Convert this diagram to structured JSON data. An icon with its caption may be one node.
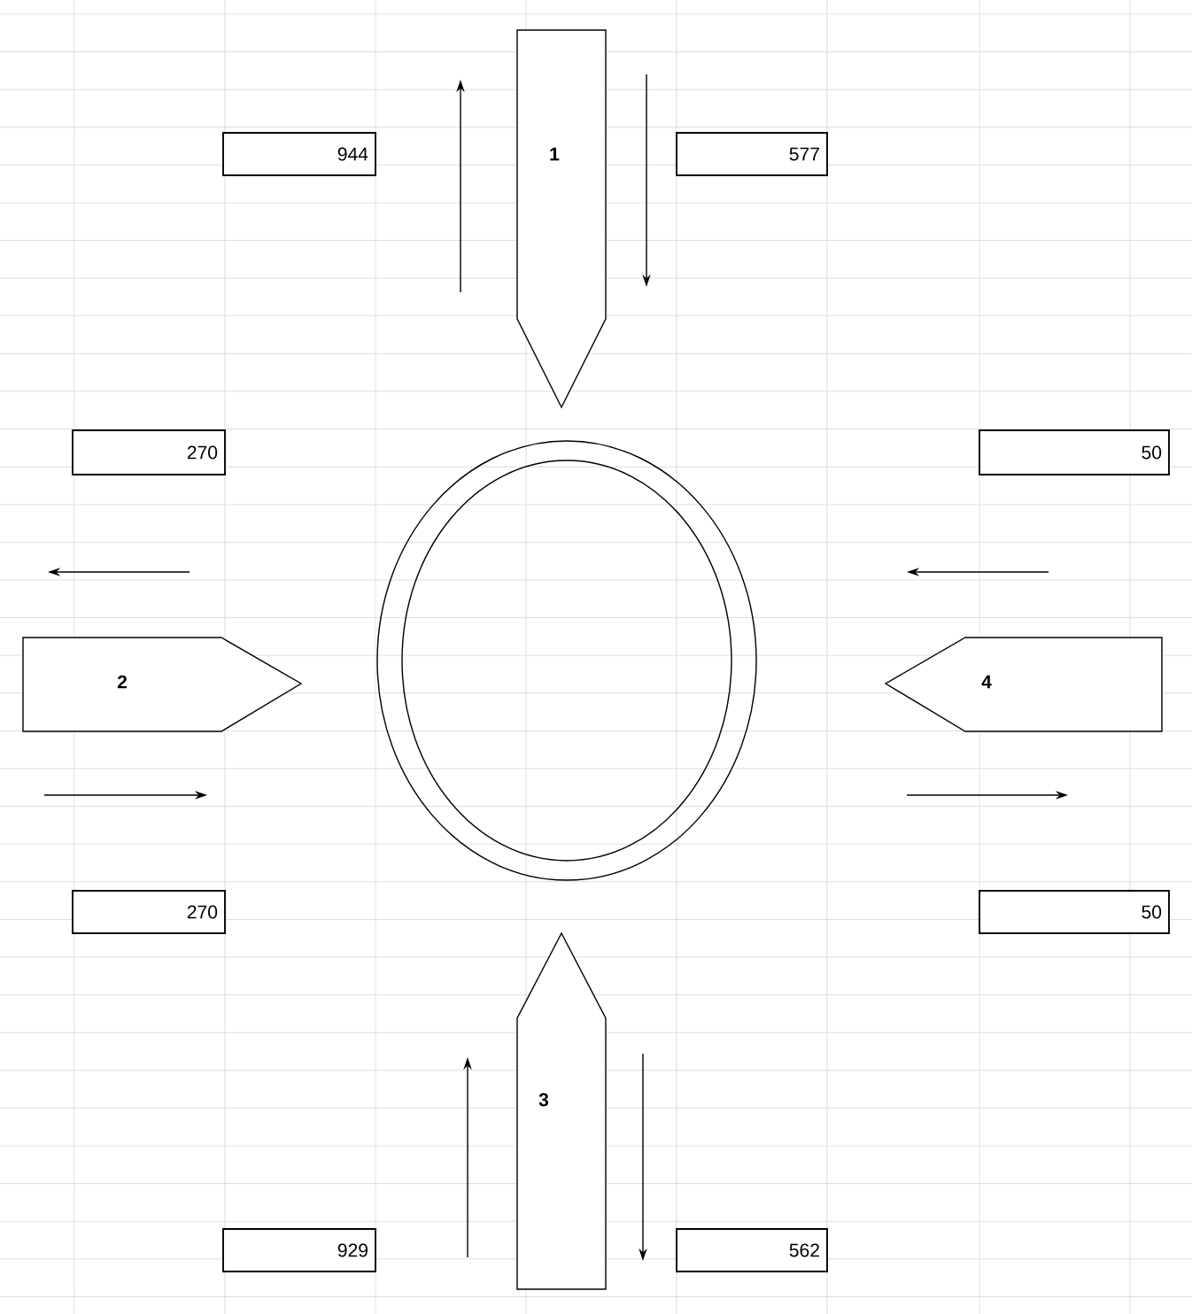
{
  "diagram": {
    "nodes": [
      {
        "text": [
          "1"
        ]
      },
      {
        "text": [
          "944"
        ]
      },
      {
        "text": [
          "577"
        ]
      },
      {
        "text": [
          "270"
        ]
      },
      {
        "text": [
          "50"
        ]
      },
      {
        "text": [
          "2"
        ]
      },
      {
        "text": [],
        "shape": "circle"
      },
      {
        "text": [
          "4"
        ]
      },
      {
        "text": [
          "270"
        ]
      },
      {
        "text": [
          "50"
        ]
      },
      {
        "text": [
          "3"
        ]
      },
      {
        "text": [
          "929"
        ]
      },
      {
        "text": [
          "562"
        ]
      }
    ]
  }
}
